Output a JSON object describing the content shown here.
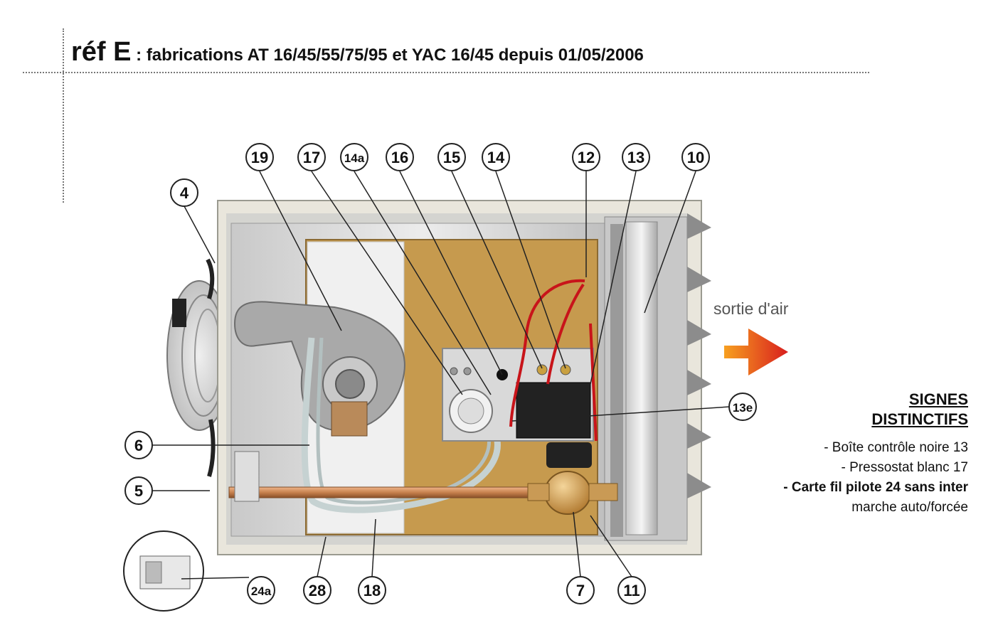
{
  "header": {
    "ref": "réf E",
    "desc": " : fabrications AT 16/45/55/75/95 et YAC 16/45 depuis 01/05/2006"
  },
  "airflow_label": "sortie d'air",
  "distinctifs": {
    "title_1": "SIGNES",
    "title_2": "DISTINCTIFS",
    "items": [
      "- Boîte contrôle noire 13",
      "- Pressostat blanc 17",
      "- Carte fil pilote 24 sans inter",
      "marche auto/forcée"
    ]
  },
  "callouts": {
    "c19": "19",
    "c17": "17",
    "c14a": "14a",
    "c16": "16",
    "c15": "15",
    "c14": "14",
    "c12": "12",
    "c13": "13",
    "c10": "10",
    "c4": "4",
    "c6": "6",
    "c5": "5",
    "c13e": "13e",
    "c24a": "24a",
    "c28": "28",
    "c18": "18",
    "c7": "7",
    "c11": "11"
  },
  "colors": {
    "board": "#c69a4e",
    "casing": "#e9e6dc",
    "arrow": "#e02818",
    "wire_red": "#c8141a",
    "pipe": "#c7824e"
  }
}
